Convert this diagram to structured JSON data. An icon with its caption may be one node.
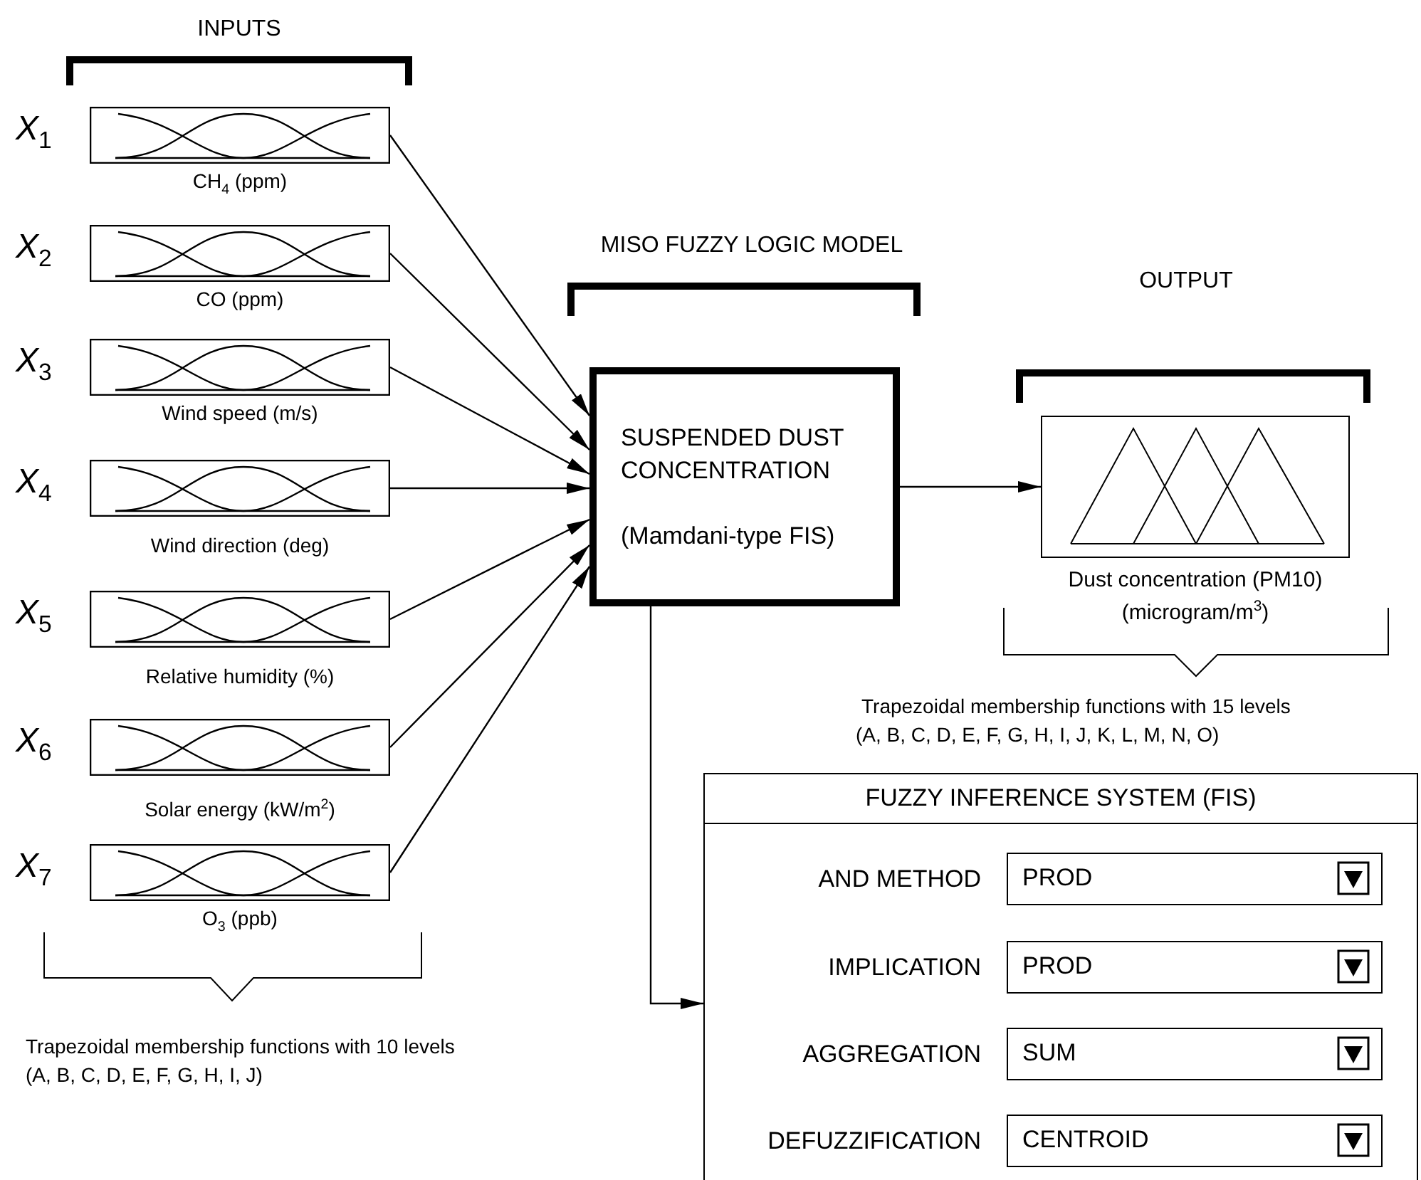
{
  "diagram": {
    "nodes": [
      {
        "text": [
          "CH$_{4}$ (ppm)"
        ],
        "beside": [
          "*X*$_{1}$"
        ]
      },
      {
        "text": [
          "CO (ppm)"
        ],
        "beside": [
          "*X*$_{2}$"
        ]
      },
      {
        "text": [
          "Wind speed (m/s)"
        ],
        "beside": [
          "*X*$_{3}$"
        ]
      },
      {
        "text": [
          "Wind direction (deg)"
        ],
        "beside": [
          "*X*$_{4}$"
        ]
      },
      {
        "text": [
          "Relative humidity (%)"
        ],
        "beside": [
          "*X*$_{5}$"
        ]
      },
      {
        "text": [
          "Solar energy (kW/m$^{2}$)"
        ],
        "beside": [
          "*X*$_{6}$"
        ]
      },
      {
        "text": [
          "O$_{3}$ (ppb)"
        ],
        "beside": [
          "*X*$_{7}$"
        ]
      },
      {
        "text": [
          "SUSPENDED DUST CONCENTRATION",
          "(Mamdani-type FIS)"
        ]
      },
      {
        "text": [
          "Dust concentration (PM10) (microgram/m$^{3}$)"
        ]
      },
      {
        "text": [
          "FUZZY INFERENCE SYSTEM (FIS)"
        ]
      },
      {
        "text": [
          "PROD"
        ],
        "in": 9,
        "beside": [
          "AND METHOD"
        ]
      },
      {
        "text": [
          "PROD"
        ],
        "in": 9,
        "beside": [
          "IMPLICATION"
        ]
      },
      {
        "text": [
          "SUM"
        ],
        "in": 9,
        "beside": [
          "AGGREGATION"
        ]
      },
      {
        "text": [
          "CENTROID"
        ],
        "in": 9,
        "beside": [
          "DEFUZZIFICATION"
        ]
      }
    ],
    "edges": [
      {
        "from": 0,
        "to": 7,
        "arrow": "to"
      },
      {
        "from": 1,
        "to": 7,
        "arrow": "to"
      },
      {
        "from": 2,
        "to": 7,
        "arrow": "to"
      },
      {
        "from": 3,
        "to": 7,
        "arrow": "to"
      },
      {
        "from": 4,
        "to": 7,
        "arrow": "to"
      },
      {
        "from": 5,
        "to": 7,
        "arrow": "to"
      },
      {
        "from": 6,
        "to": 7,
        "arrow": "to"
      },
      {
        "from": 7,
        "to": 8,
        "arrow": "to"
      },
      {
        "from": 7,
        "to": 9,
        "arrow": "to"
      }
    ],
    "labels": [
      "INPUTS",
      "MISO FUZZY LOGIC MODEL",
      "OUTPUT",
      "Trapezoidal membership functions with 15 levels",
      "(A, B, C, D, E, F, G, H, I, J, K, L, M, N, O)",
      "Trapezoidal membership functions with 10 levels",
      "(A, B, C, D, E, F, G, H, I, J)"
    ]
  }
}
